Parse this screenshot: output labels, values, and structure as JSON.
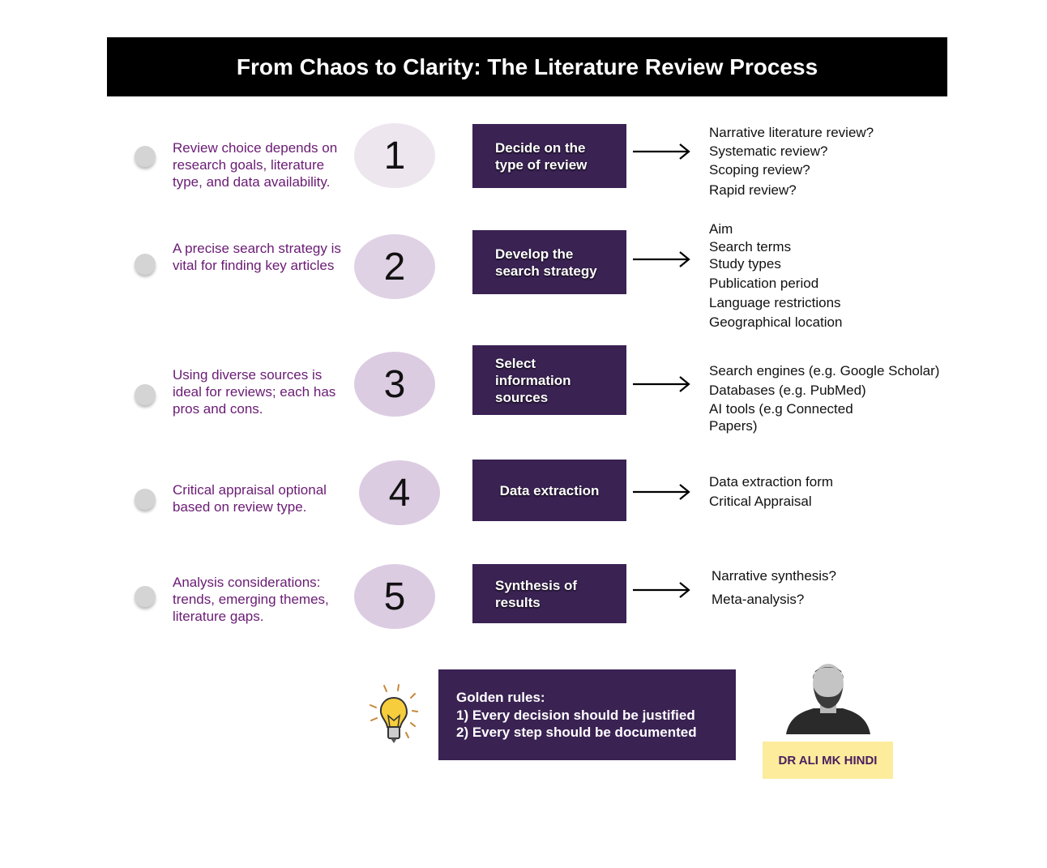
{
  "title": "From Chaos to Clarity: The Literature Review Process",
  "steps": [
    {
      "number": "1",
      "note": "Review choice depends on research goals, literature type, and data availability.",
      "label": "Decide on the type of review",
      "items": [
        "Narrative literature review?",
        "Systematic review?",
        "Scoping review?",
        "Rapid review?"
      ],
      "circle_color": "#ede6ee"
    },
    {
      "number": "2",
      "note": "A precise search strategy is vital for finding key articles",
      "label": "Develop the search strategy",
      "items": [
        "Aim",
        "Search terms",
        "Study types",
        "Publication period",
        "Language restrictions",
        "Geographical location"
      ],
      "circle_color": "#dfd2e4"
    },
    {
      "number": "3",
      "note": "Using diverse sources is ideal for reviews; each has pros and cons.",
      "label": "Select information sources",
      "items": [
        "Search engines (e.g. Google Scholar)",
        "Databases (e.g. PubMed)",
        "AI tools (e.g Connected Papers)"
      ],
      "circle_color": "#dccce2"
    },
    {
      "number": "4",
      "note": "Critical appraisal optional based on review type.",
      "label": "Data extraction",
      "items": [
        "Data extraction form",
        "Critical Appraisal"
      ],
      "circle_color": "#dccce2"
    },
    {
      "number": "5",
      "note": "Analysis considerations: trends, emerging themes, literature gaps.",
      "label": "Synthesis of results",
      "items": [
        "Narrative synthesis?",
        "Meta-analysis?"
      ],
      "circle_color": "#dccce2"
    }
  ],
  "golden": {
    "heading": "Golden rules:",
    "rules": [
      "1) Every decision should be justified",
      "2) Every step should be documented"
    ]
  },
  "author": "DR ALI MK HINDI"
}
